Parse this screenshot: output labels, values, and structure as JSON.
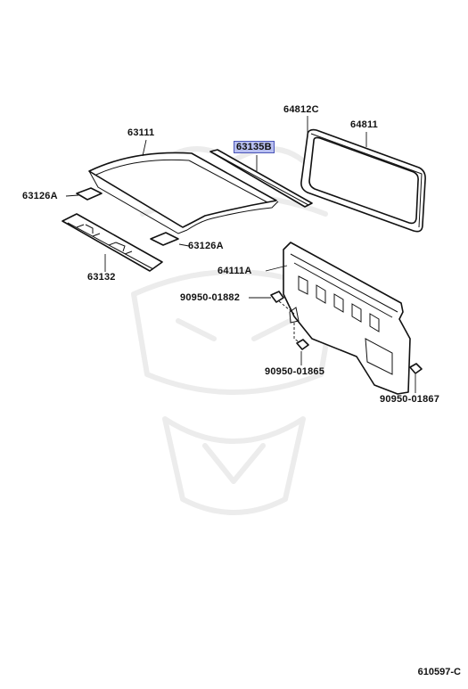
{
  "parts": {
    "roof_panel": "63111",
    "roof_drip_channel": "63135B",
    "back_window_weatherstrip": "64812C",
    "back_window_glass": "64811",
    "roof_pad_front": "63126A",
    "roof_pad_rear": "63126A",
    "front_header_panel": "63132",
    "back_panel": "64111A",
    "clip_upper": "90950-01882",
    "clip_lower": "90950-01865",
    "clip_right": "90950-01867"
  },
  "highlighted_part": "63135B",
  "diagram_code": "610597-C",
  "colors": {
    "highlight_fill": "#b8bff0",
    "highlight_border": "#4a55b8",
    "line": "#111111",
    "watermark": "#ececec"
  }
}
